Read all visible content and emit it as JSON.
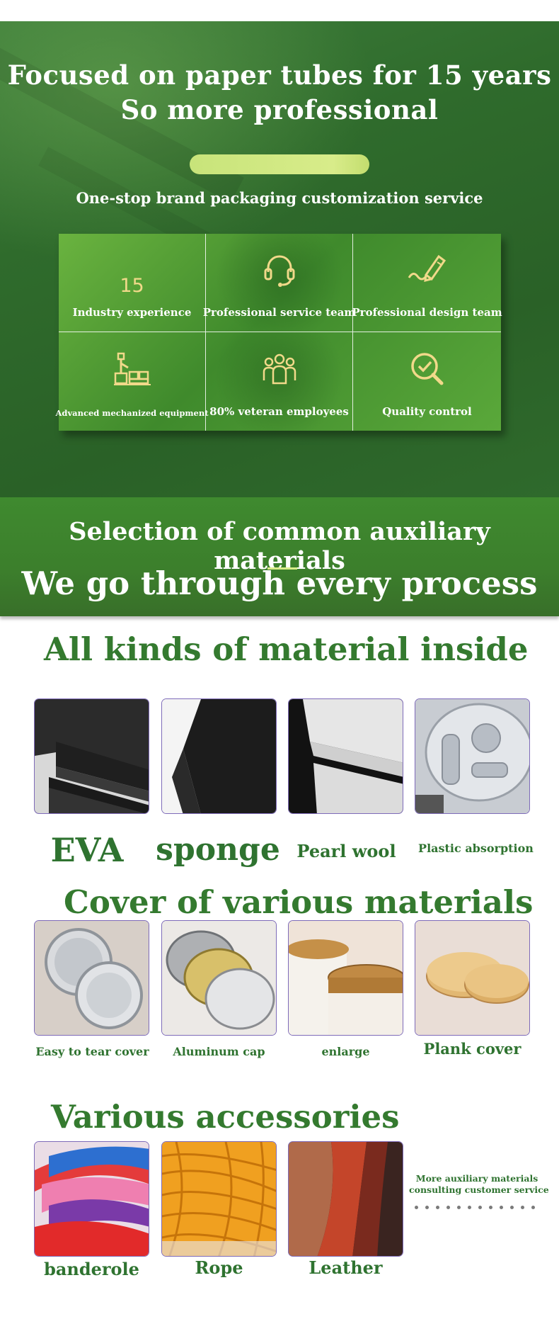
{
  "hero": {
    "title_line1": "Focused on paper tubes for 15 years",
    "title_line2": "So more professional",
    "tagline": "One-stop brand packaging customization service",
    "features": [
      {
        "icon": "number-15",
        "number": "15",
        "label": "Industry experience"
      },
      {
        "icon": "headset-icon",
        "label": "Professional service team"
      },
      {
        "icon": "pen-icon",
        "label": "Professional design team"
      },
      {
        "icon": "robot-arm-icon",
        "label": "Advanced mechanized equipment"
      },
      {
        "icon": "team-icon",
        "label": "80% veteran employees"
      },
      {
        "icon": "magnifier-check-icon",
        "label": "Quality control"
      }
    ]
  },
  "band": {
    "title": "Selection of common auxiliary materials",
    "subtitle": "We go through every process"
  },
  "materials": {
    "title": "All kinds of material inside",
    "items": [
      {
        "label": "EVA"
      },
      {
        "label": "sponge"
      },
      {
        "label": "Pearl wool"
      },
      {
        "label": "Plastic absorption"
      }
    ]
  },
  "covers": {
    "title": "Cover of various materials",
    "items": [
      {
        "label": "Easy to tear cover"
      },
      {
        "label": "Aluminum cap"
      },
      {
        "label": "enlarge"
      },
      {
        "label": "Plank cover"
      }
    ]
  },
  "accessories": {
    "title": "Various accessories",
    "items": [
      {
        "label": "banderole"
      },
      {
        "label": "Rope"
      },
      {
        "label": "Leather"
      }
    ],
    "note_line1": "More auxiliary materials",
    "note_line2": "consulting customer service"
  },
  "colors": {
    "brand_green": "#347a2f",
    "hero_green": "#2f6b2c",
    "accent_yellow_green": "#d8ec8a",
    "thumb_border": "#7e6bb9"
  }
}
